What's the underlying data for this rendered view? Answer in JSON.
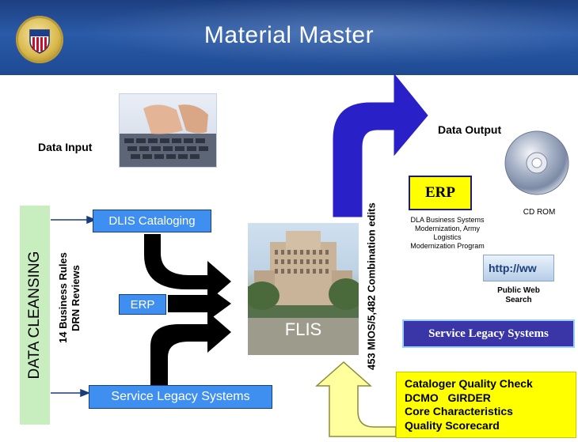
{
  "header": {
    "title": "Material Master",
    "logo_icon": "dla-seal-icon",
    "background_color": "#2350a0"
  },
  "inputs": {
    "data_input_label": "Data Input",
    "data_cleansing_label": "DATA CLEANSING",
    "business_rules_line1": "14 Business Rules",
    "business_rules_line2": "DRN Reviews",
    "dlis_cataloging_label": "DLIS Cataloging",
    "erp_label": "ERP",
    "service_legacy_label": "Service Legacy Systems",
    "combination_edits_label": "453 MIOS/5,482 Combination edits"
  },
  "center": {
    "flis_label": "FLIS"
  },
  "outputs": {
    "data_output_label": "Data Output",
    "erp_label": "ERP",
    "erp_caption_line1": "DLA Business Systems",
    "erp_caption_line2": "Modernization, Army Logistics",
    "erp_caption_line3": "Modernization Program",
    "cdrom_label": "CD ROM",
    "http_text": "http://ww",
    "public_search_line1": "Public Web",
    "public_search_line2": "Search",
    "service_legacy_label": "Service Legacy Systems"
  },
  "quality": {
    "lines": [
      "Cataloger Quality Check",
      "DCMO   GIRDER",
      "Core Characteristics",
      "Quality Scorecard"
    ]
  },
  "colors": {
    "arrow_blue": "#2a20c8",
    "arrow_black": "#000000",
    "box_blue": "#3f8ff0",
    "cleansing_green": "#c8eec0",
    "highlight_yellow": "#ffff00",
    "legacy_navy": "#3a36a8"
  }
}
